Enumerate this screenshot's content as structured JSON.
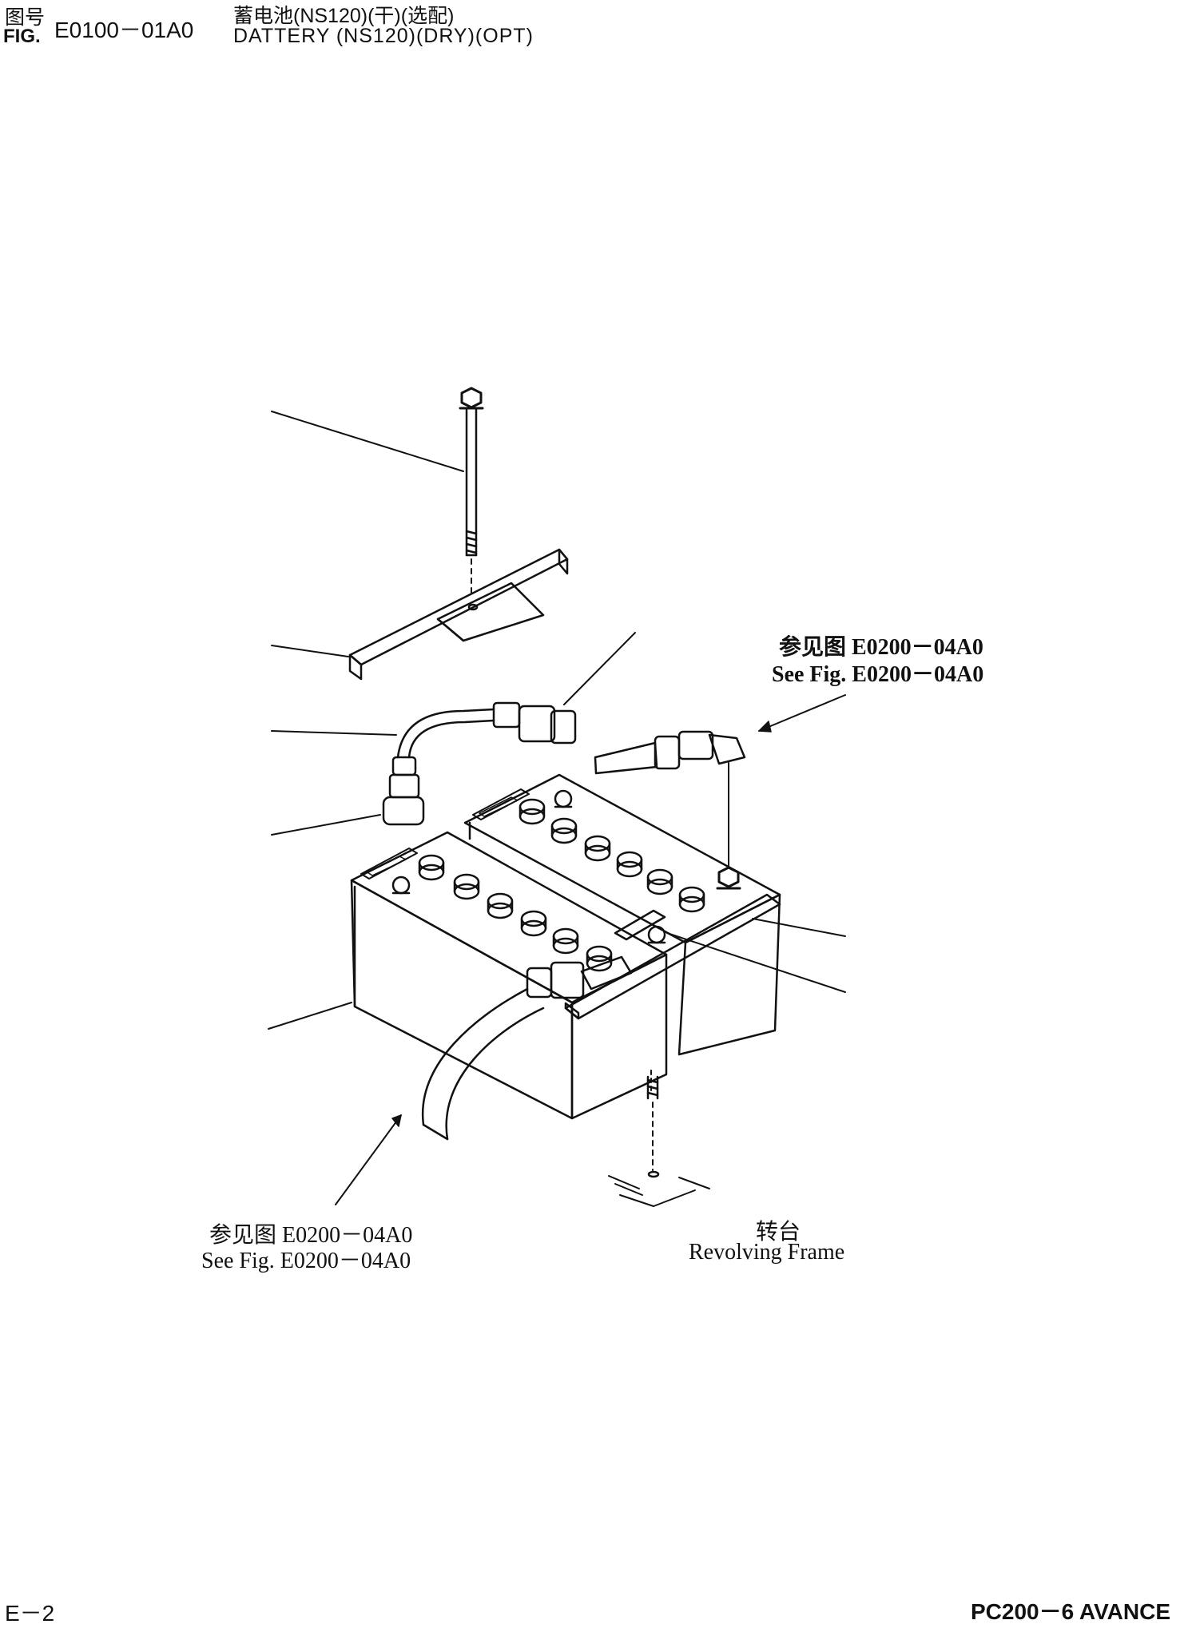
{
  "header": {
    "fig_label_cn": "图号",
    "fig_label_en": "FIG.",
    "fig_number": "E0100－01A0",
    "title_cn": "蓄电池(NS120)(干)(选配)",
    "title_en": "DATTERY (NS120)(DRY)(OPT)"
  },
  "callouts": {
    "right_ref": {
      "cn": "参见图 E0200－04A0",
      "en": "See Fig. E0200－04A0"
    },
    "bottom_ref": {
      "cn": "参见图 E0200－04A0",
      "en": "See Fig. E0200－04A0"
    },
    "revolving": {
      "cn": "转台",
      "en": "Revolving Frame"
    }
  },
  "footer": {
    "page": "E－2",
    "model": "PC200－6 AVANCE"
  }
}
